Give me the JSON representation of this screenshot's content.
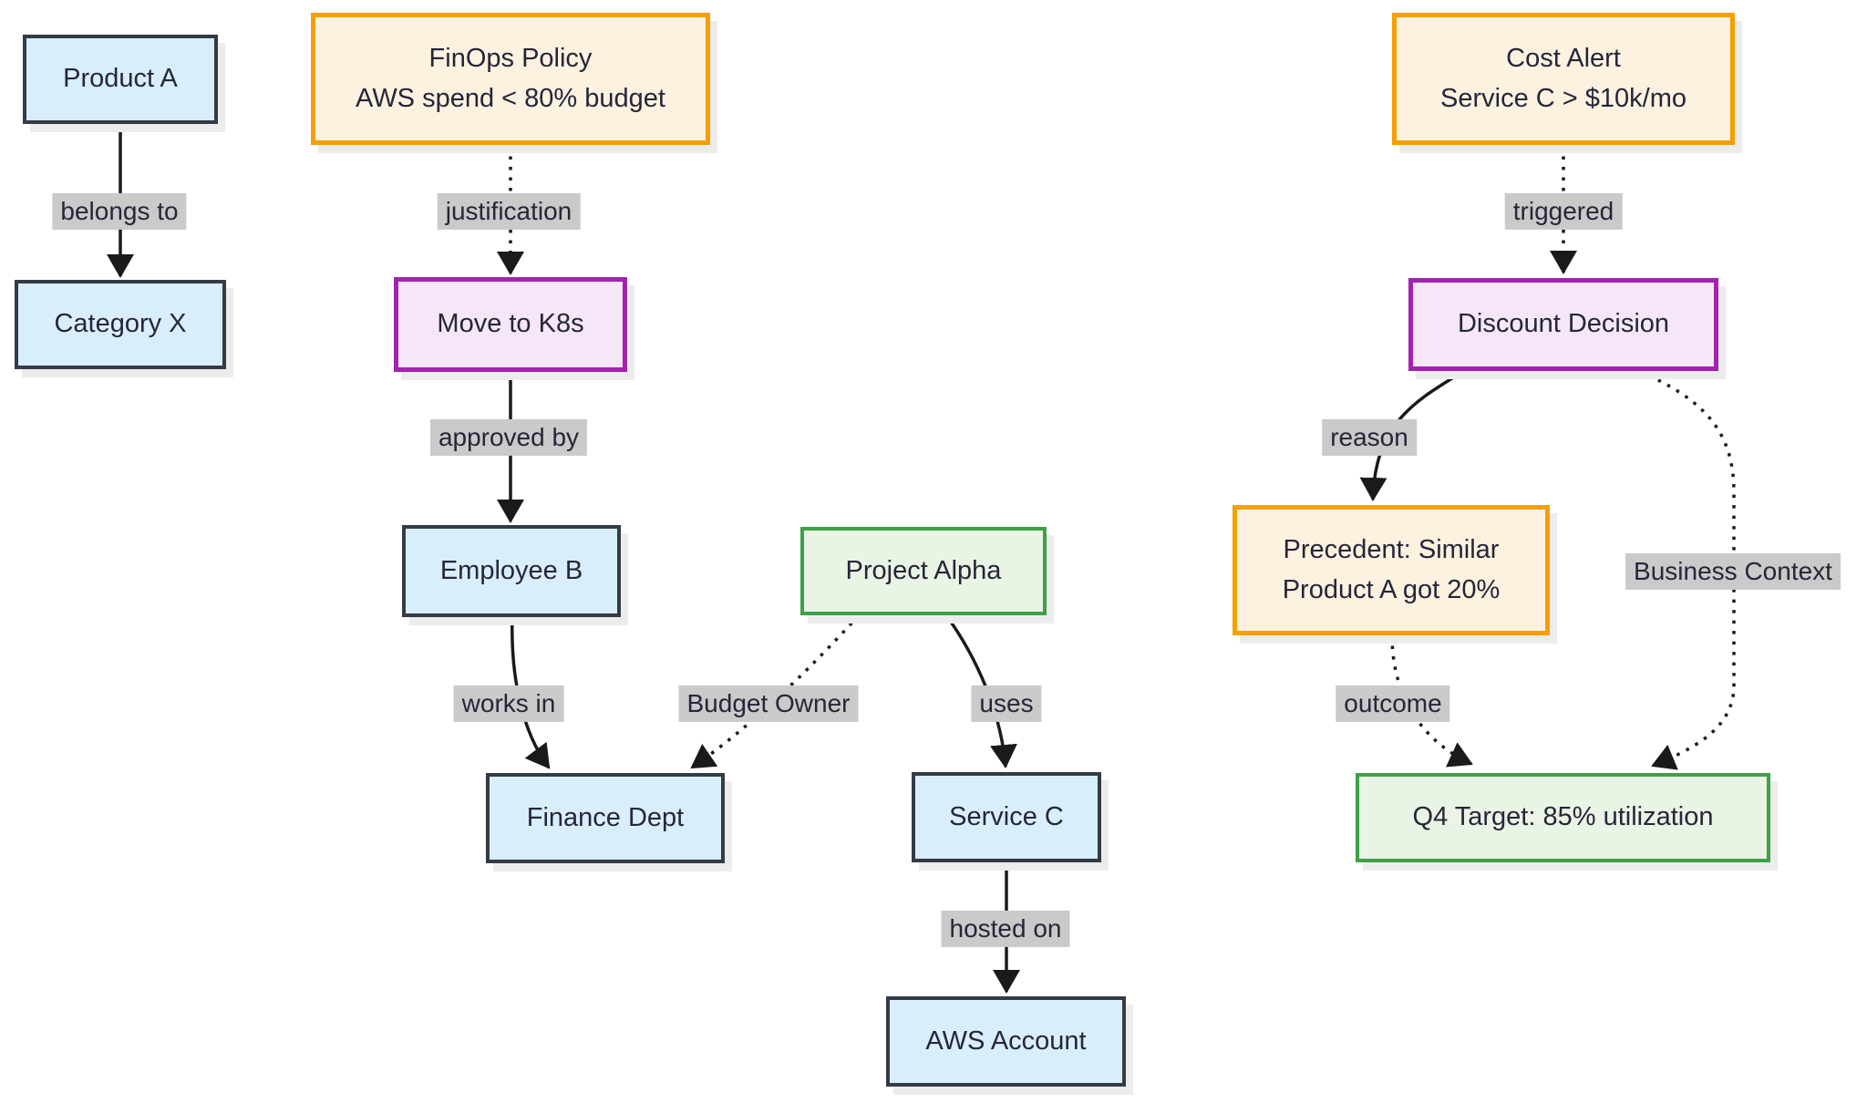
{
  "diagram": {
    "type": "flowchart",
    "background": "#ffffff"
  },
  "nodes": {
    "product_a": {
      "label": "Product A",
      "style": "blue"
    },
    "category_x": {
      "label": "Category X",
      "style": "blue"
    },
    "finops_policy": {
      "line1": "FinOps Policy",
      "line2": "AWS spend < 80% budget",
      "style": "orange"
    },
    "move_to_k8s": {
      "label": "Move to K8s",
      "style": "purple"
    },
    "employee_b": {
      "label": "Employee B",
      "style": "blue"
    },
    "finance_dept": {
      "label": "Finance Dept",
      "style": "blue"
    },
    "project_alpha": {
      "label": "Project Alpha",
      "style": "green"
    },
    "service_c": {
      "label": "Service C",
      "style": "blue"
    },
    "aws_account": {
      "label": "AWS Account",
      "style": "blue"
    },
    "cost_alert": {
      "line1": "Cost Alert",
      "line2": "Service C > $10k/mo",
      "style": "orange"
    },
    "discount_decision": {
      "label": "Discount Decision",
      "style": "purple"
    },
    "precedent": {
      "line1": "Precedent: Similar",
      "line2": "Product A got 20%",
      "style": "orange"
    },
    "q4_target": {
      "label": "Q4 Target: 85% utilization",
      "style": "green"
    }
  },
  "edges": [
    {
      "from": "product_a",
      "to": "category_x",
      "label": "belongs to",
      "line": "solid"
    },
    {
      "from": "finops_policy",
      "to": "move_to_k8s",
      "label": "justification",
      "line": "dotted"
    },
    {
      "from": "move_to_k8s",
      "to": "employee_b",
      "label": "approved by",
      "line": "solid"
    },
    {
      "from": "employee_b",
      "to": "finance_dept",
      "label": "works in",
      "line": "solid"
    },
    {
      "from": "project_alpha",
      "to": "finance_dept",
      "label": "Budget Owner",
      "line": "dotted"
    },
    {
      "from": "project_alpha",
      "to": "service_c",
      "label": "uses",
      "line": "solid"
    },
    {
      "from": "service_c",
      "to": "aws_account",
      "label": "hosted on",
      "line": "solid"
    },
    {
      "from": "cost_alert",
      "to": "discount_decision",
      "label": "triggered",
      "line": "dotted"
    },
    {
      "from": "discount_decision",
      "to": "precedent",
      "label": "reason",
      "line": "solid"
    },
    {
      "from": "precedent",
      "to": "q4_target",
      "label": "outcome",
      "line": "dotted"
    },
    {
      "from": "discount_decision",
      "to": "q4_target",
      "label": "Business Context",
      "line": "dotted"
    }
  ],
  "colors": {
    "node_blue_fill": "#d9eefb",
    "node_dark_border": "#343b46",
    "node_orange_fill": "#fdf2e0",
    "node_orange_border": "#f59f00",
    "node_purple_fill": "#f5e7f7",
    "node_purple_border": "#a123af",
    "node_green_fill": "#e9f4e4",
    "node_green_border": "#3fa045",
    "edge_stroke": "#1a1a1a",
    "edge_label_bg": "#cacaca",
    "text": "#262639",
    "background": "#ffffff"
  }
}
